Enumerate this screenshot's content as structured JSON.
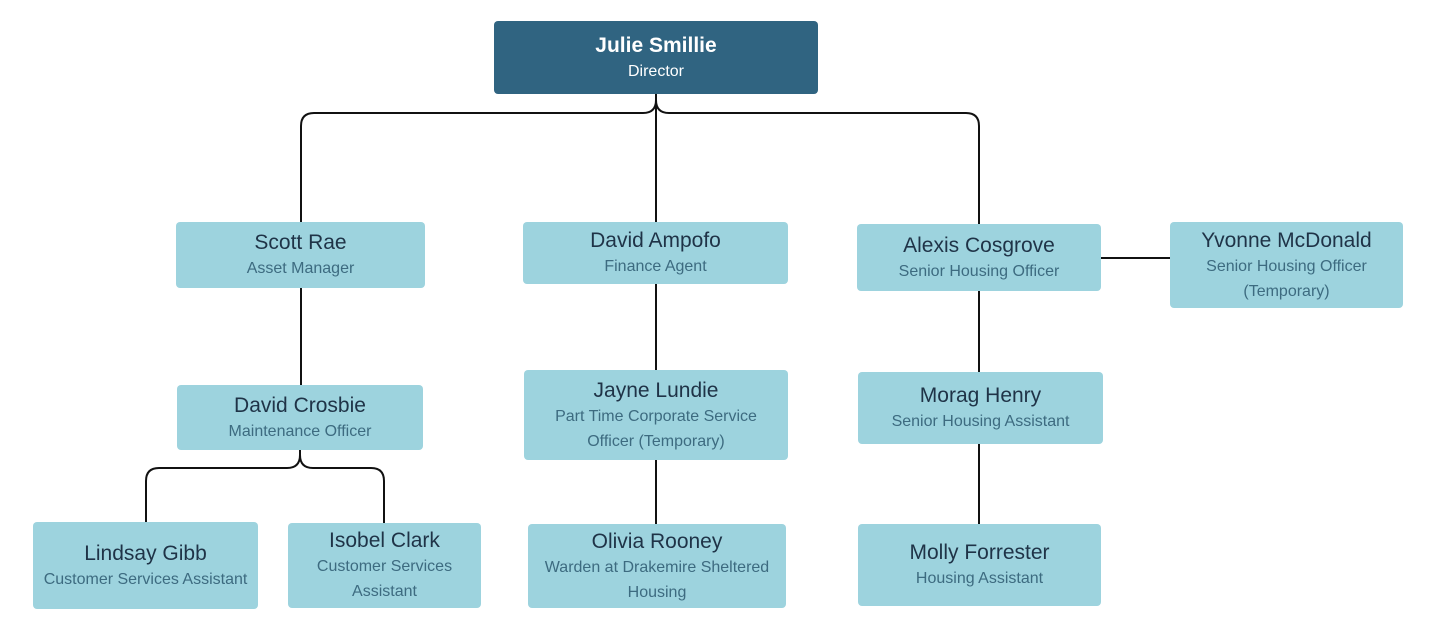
{
  "org_chart": {
    "people": [
      {
        "id": "julie",
        "name": "Julie Smillie",
        "role": "Director"
      },
      {
        "id": "scott",
        "name": "Scott Rae",
        "role": "Asset Manager"
      },
      {
        "id": "ampofo",
        "name": "David Ampofo",
        "role": "Finance Agent"
      },
      {
        "id": "alexis",
        "name": "Alexis Cosgrove",
        "role": "Senior Housing Officer"
      },
      {
        "id": "yvonne",
        "name": "Yvonne McDonald",
        "role": "Senior Housing Officer (Temporary)"
      },
      {
        "id": "crosbie",
        "name": "David Crosbie",
        "role": "Maintenance Officer"
      },
      {
        "id": "jayne",
        "name": "Jayne Lundie",
        "role": "Part Time Corporate Service Officer (Temporary)"
      },
      {
        "id": "morag",
        "name": "Morag Henry",
        "role": "Senior Housing Assistant"
      },
      {
        "id": "lindsay",
        "name": "Lindsay Gibb",
        "role": "Customer Services Assistant"
      },
      {
        "id": "isobel",
        "name": "Isobel Clark",
        "role": "Customer Services Assistant"
      },
      {
        "id": "olivia",
        "name": "Olivia Rooney",
        "role": "Warden at Drakemire Sheltered Housing"
      },
      {
        "id": "molly",
        "name": "Molly Forrester",
        "role": "Housing Assistant"
      }
    ],
    "reporting_lines": [
      {
        "from": "julie",
        "to": "scott"
      },
      {
        "from": "julie",
        "to": "ampofo"
      },
      {
        "from": "julie",
        "to": "alexis"
      },
      {
        "from": "alexis",
        "to": "yvonne"
      },
      {
        "from": "scott",
        "to": "crosbie"
      },
      {
        "from": "crosbie",
        "to": "lindsay"
      },
      {
        "from": "crosbie",
        "to": "isobel"
      },
      {
        "from": "ampofo",
        "to": "jayne"
      },
      {
        "from": "jayne",
        "to": "olivia"
      },
      {
        "from": "alexis",
        "to": "morag"
      },
      {
        "from": "morag",
        "to": "molly"
      }
    ],
    "colors": {
      "root_fill": "#306481",
      "node_fill": "#9dd3de",
      "name_text": "#1f3347",
      "role_text": "#3d6b80",
      "connector": "#111111"
    }
  }
}
